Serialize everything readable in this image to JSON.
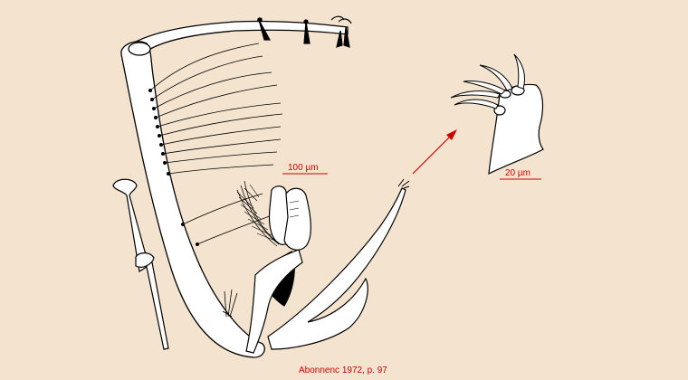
{
  "figure": {
    "scale_bar_large": "100 µm",
    "scale_bar_small": "20 µm",
    "citation": "Abonnenc 1972, p. 97"
  },
  "colors": {
    "background": "#f4e4cf",
    "annotation": "#cc0000",
    "ink": "#000000",
    "fill": "#ffffff"
  }
}
